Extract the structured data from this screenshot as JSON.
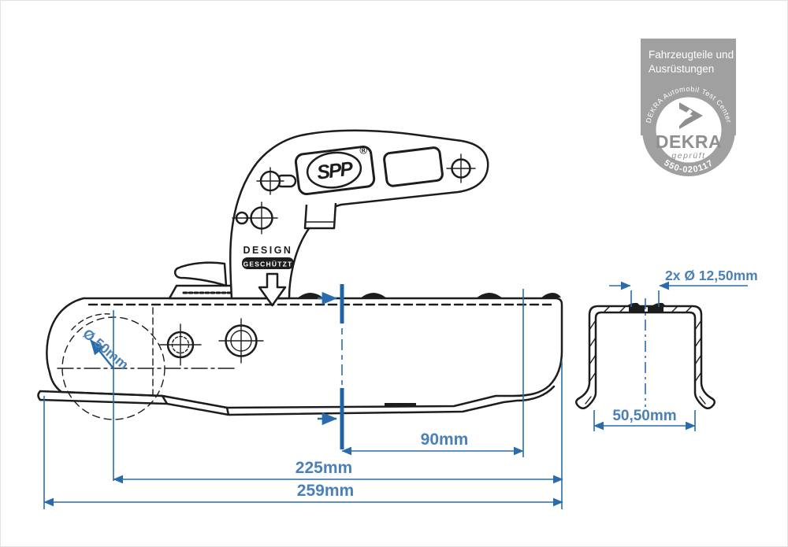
{
  "drawing": {
    "dimensions": {
      "ball_diameter": "Ø 50mm",
      "hole_offset_90": "90mm",
      "length_225": "225mm",
      "length_259": "259mm",
      "section_holes": "2x Ø 12,50mm",
      "section_width": "50,50mm"
    },
    "markings": {
      "brand": "SPP",
      "registered_mark": "®",
      "design_text": "DESIGN",
      "design_subtext": "GESCHÜTZT"
    },
    "colors": {
      "line_color": "#1d1d1d",
      "dimension_color": "#2a6cab",
      "dimension_text_color": "#4a80b8"
    }
  },
  "badge": {
    "header_line1": "Fahrzeugteile und",
    "header_line2": "Ausrüstungen",
    "arc_top_text": "DEKRA Automobil Test Center",
    "brand": "DEKRA",
    "approval_text": "geprüft",
    "certificate_number": "550-020117",
    "colors": {
      "background": "#a0a0a0",
      "brand_text": "#8f8f8f"
    }
  }
}
